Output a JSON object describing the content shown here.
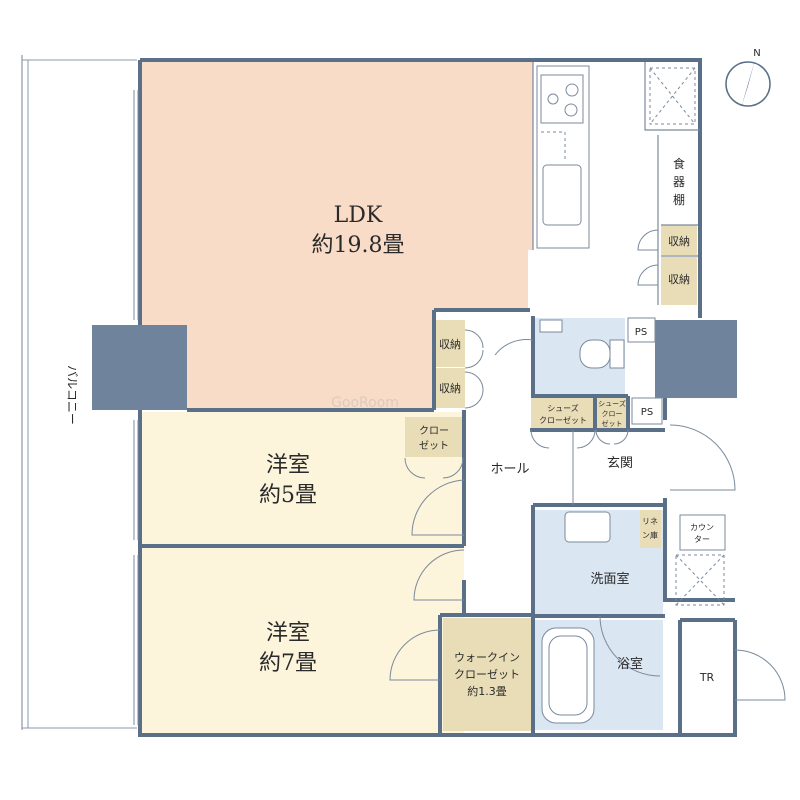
{
  "rooms": {
    "ldk": {
      "name": "LDK",
      "area": "約19.8畳"
    },
    "western1": {
      "name": "洋室",
      "area": "約5畳"
    },
    "western2": {
      "name": "洋室",
      "area": "約7畳"
    },
    "wic": {
      "line1": "ウォークイン",
      "line2": "クローゼット",
      "line3": "約1.3畳"
    },
    "hall": "ホール",
    "entrance": "玄関",
    "washroom": "洗面室",
    "bath": "浴室",
    "toilet": "TR"
  },
  "labels": {
    "balcony": "バルコニー",
    "dish_shelf": [
      "食",
      "器",
      "棚"
    ],
    "storage_a": "収納",
    "storage_b": "収納",
    "storage_c": "収納",
    "storage_d": "収納",
    "closet": [
      "クロー",
      "ゼット"
    ],
    "shoes1": [
      "シューズ",
      "クローゼット"
    ],
    "shoes2": [
      "シューズ",
      "クロー",
      "ゼット"
    ],
    "ps1": "PS",
    "ps2": "PS",
    "linen": [
      "リネ",
      "ン庫"
    ],
    "counter": [
      "カウン",
      "ター"
    ],
    "north": "N",
    "watermark": "GooRoom"
  },
  "colors": {
    "ldk": "#f8dcc8",
    "western": "#fdf4dc",
    "storage": "#e9ddb8",
    "wet": "#dbe6f3",
    "wall": "#5a6f88",
    "pillar": "#6f849c"
  }
}
